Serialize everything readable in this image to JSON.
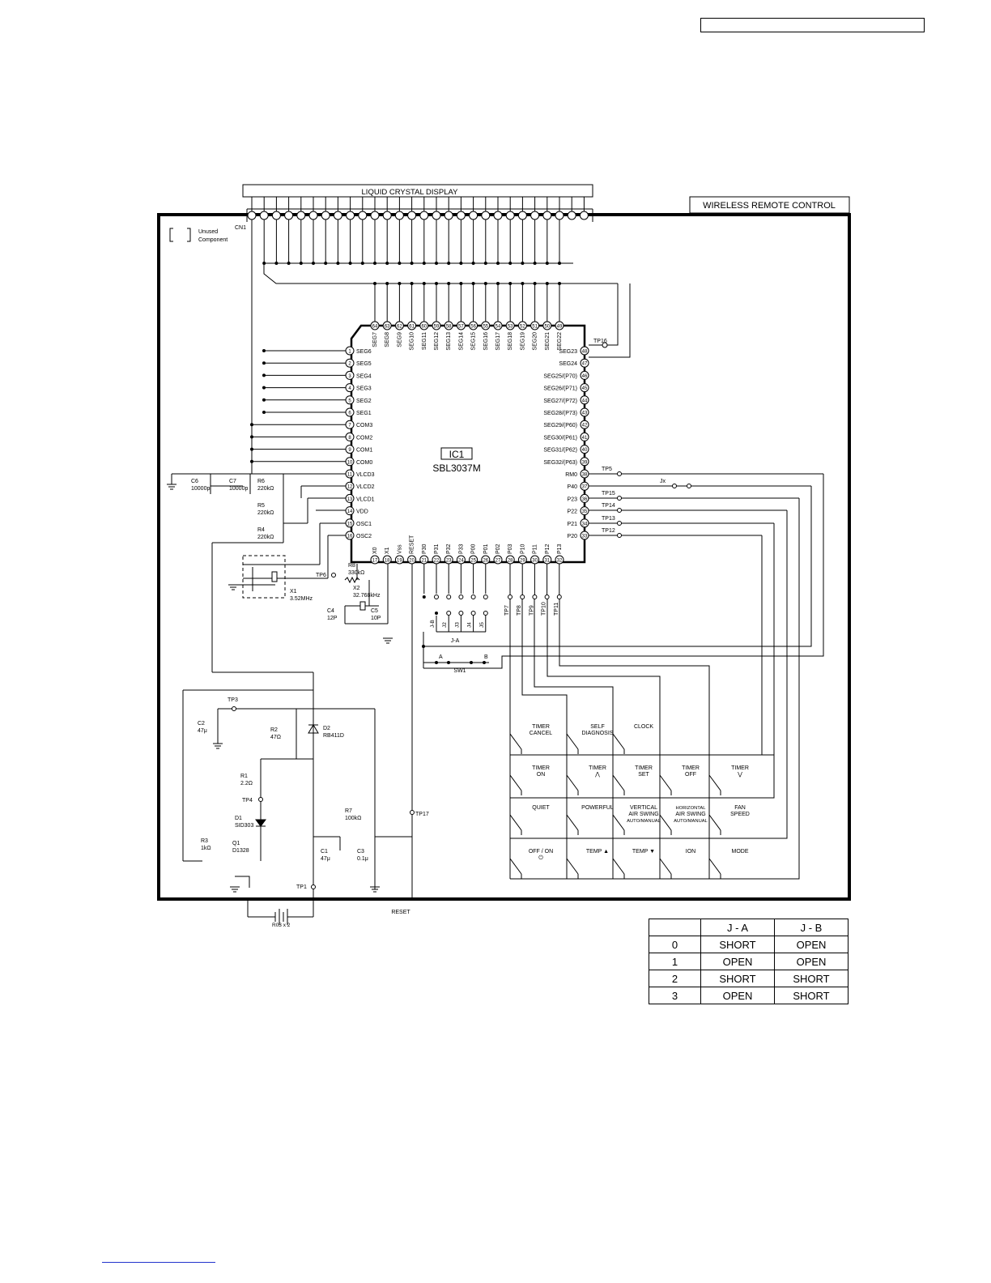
{
  "header": {
    "box_text": ""
  },
  "diagram": {
    "title": "WIRELESS REMOTE CONTROL",
    "lcd_label": "LIQUID CRYSTAL DISPLAY",
    "connector": "CN1",
    "unused_note": [
      "Unused",
      "Component"
    ],
    "ic": {
      "ref": "IC1",
      "part": "SBL3037M"
    },
    "pins_left": [
      {
        "n": "1",
        "name": "SEG6"
      },
      {
        "n": "2",
        "name": "SEG5"
      },
      {
        "n": "3",
        "name": "SEG4"
      },
      {
        "n": "4",
        "name": "SEG3"
      },
      {
        "n": "5",
        "name": "SEG2"
      },
      {
        "n": "6",
        "name": "SEG1"
      },
      {
        "n": "7",
        "name": "COM3"
      },
      {
        "n": "8",
        "name": "COM2"
      },
      {
        "n": "9",
        "name": "COM1"
      },
      {
        "n": "10",
        "name": "COM0"
      },
      {
        "n": "11",
        "name": "VLCD3"
      },
      {
        "n": "12",
        "name": "VLCD2"
      },
      {
        "n": "13",
        "name": "VLCD1"
      },
      {
        "n": "14",
        "name": "VDD"
      },
      {
        "n": "15",
        "name": "OSC1"
      },
      {
        "n": "16",
        "name": "OSC2"
      }
    ],
    "pins_top": [
      {
        "n": "64",
        "name": "SEG7"
      },
      {
        "n": "63",
        "name": "SEG8"
      },
      {
        "n": "62",
        "name": "SEG9"
      },
      {
        "n": "61",
        "name": "SEG10"
      },
      {
        "n": "60",
        "name": "SEG11"
      },
      {
        "n": "59",
        "name": "SEG12"
      },
      {
        "n": "58",
        "name": "SEG13"
      },
      {
        "n": "57",
        "name": "SEG14"
      },
      {
        "n": "56",
        "name": "SEG15"
      },
      {
        "n": "55",
        "name": "SEG16"
      },
      {
        "n": "54",
        "name": "SEG17"
      },
      {
        "n": "53",
        "name": "SEG18"
      },
      {
        "n": "52",
        "name": "SEG19"
      },
      {
        "n": "51",
        "name": "SEG20"
      },
      {
        "n": "50",
        "name": "SEG21"
      },
      {
        "n": "49",
        "name": "SEG22"
      }
    ],
    "pins_right": [
      {
        "n": "48",
        "name": "SEG23"
      },
      {
        "n": "47",
        "name": "SEG24"
      },
      {
        "n": "46",
        "name": "SEG25/(P70)"
      },
      {
        "n": "45",
        "name": "SEG26/(P71)"
      },
      {
        "n": "44",
        "name": "SEG27/(P72)"
      },
      {
        "n": "43",
        "name": "SEG28/(P73)"
      },
      {
        "n": "42",
        "name": "SEG29/(P60)"
      },
      {
        "n": "41",
        "name": "SEG30/(P61)"
      },
      {
        "n": "40",
        "name": "SEG31/(P62)"
      },
      {
        "n": "39",
        "name": "SEG32/(P63)"
      },
      {
        "n": "38",
        "name": "RM0"
      },
      {
        "n": "37",
        "name": "P40"
      },
      {
        "n": "36",
        "name": "P23"
      },
      {
        "n": "35",
        "name": "P22"
      },
      {
        "n": "34",
        "name": "P21"
      },
      {
        "n": "33",
        "name": "P20"
      }
    ],
    "pins_bottom": [
      {
        "n": "17",
        "name": "X0"
      },
      {
        "n": "18",
        "name": "X1"
      },
      {
        "n": "19",
        "name": "Vss"
      },
      {
        "n": "20",
        "name": "RESET"
      },
      {
        "n": "21",
        "name": "P30"
      },
      {
        "n": "22",
        "name": "P31"
      },
      {
        "n": "23",
        "name": "P32"
      },
      {
        "n": "24",
        "name": "P33"
      },
      {
        "n": "25",
        "name": "P00"
      },
      {
        "n": "26",
        "name": "P01"
      },
      {
        "n": "27",
        "name": "P02"
      },
      {
        "n": "28",
        "name": "P03"
      },
      {
        "n": "29",
        "name": "P10"
      },
      {
        "n": "30",
        "name": "P11"
      },
      {
        "n": "31",
        "name": "P12"
      },
      {
        "n": "32",
        "name": "P13"
      }
    ],
    "right_tps": [
      "TP5",
      "Jx",
      "TP15",
      "TP14",
      "TP13",
      "TP12"
    ],
    "tp16": "TP16",
    "bottom_tps": [
      "TP7",
      "TP8",
      "TP9",
      "TP10",
      "TP11"
    ],
    "jumpers": [
      "J-B",
      "J2",
      "J3",
      "J4",
      "J5"
    ],
    "ja": "J-A",
    "sw1": "SW1",
    "sw_a": "A",
    "sw_b": "B",
    "parts": {
      "c6": [
        "C6",
        "10000p"
      ],
      "c7": [
        "C7",
        "10000p"
      ],
      "r6": [
        "R6",
        "220kΩ"
      ],
      "r5": [
        "R5",
        "220kΩ"
      ],
      "r4": [
        "R4",
        "220kΩ"
      ],
      "tp6": "TP6",
      "x1": [
        "X1",
        "3.52MHz"
      ],
      "r8": [
        "R8",
        "330kΩ"
      ],
      "x2": [
        "X2",
        "32.768kHz"
      ],
      "c4": [
        "C4",
        "12P"
      ],
      "c5": [
        "C5",
        "10P"
      ],
      "tp3": "TP3",
      "c2": [
        "C2",
        "47μ"
      ],
      "r2": [
        "R2",
        "47Ω"
      ],
      "d2": [
        "D2",
        "RB411D"
      ],
      "r1": [
        "R1",
        "2.2Ω"
      ],
      "tp4": "TP4",
      "d1": [
        "D1",
        "SID303"
      ],
      "q1": [
        "Q1",
        "D1328"
      ],
      "r3": [
        "R3",
        "1kΩ"
      ],
      "c1": [
        "C1",
        "47μ"
      ],
      "r7": [
        "R7",
        "100kΩ"
      ],
      "c3": [
        "C3",
        "0.1μ"
      ],
      "tp17": "TP17",
      "tp1": "TP1",
      "battery": "R03 x 2",
      "reset": "RESET"
    },
    "keys": [
      {
        "lines": [
          "TIMER",
          "CANCEL"
        ]
      },
      {
        "lines": [
          "SELF",
          "DIAGNOSIS"
        ]
      },
      {
        "lines": [
          "CLOCK"
        ]
      },
      {
        "lines": [
          "TIMER",
          "ON"
        ]
      },
      {
        "lines": [
          "TIMER",
          "⋀"
        ]
      },
      {
        "lines": [
          "TIMER",
          "SET"
        ]
      },
      {
        "lines": [
          "TIMER",
          "OFF"
        ]
      },
      {
        "lines": [
          "TIMER",
          "⋁"
        ]
      },
      {
        "lines": [
          "QUIET"
        ]
      },
      {
        "lines": [
          "POWERFUL"
        ]
      },
      {
        "lines": [
          "VERTICAL",
          "AIR SWING",
          "AUTO/MANUAL"
        ]
      },
      {
        "lines": [
          "HORIZONTAL",
          "AIR SWING",
          "AUTO/MANUAL"
        ]
      },
      {
        "lines": [
          "FAN",
          "SPEED"
        ]
      },
      {
        "lines": [
          "OFF / ON",
          "⏻"
        ]
      },
      {
        "lines": [
          "TEMP ▲"
        ]
      },
      {
        "lines": [
          "TEMP ▼"
        ]
      },
      {
        "lines": [
          "ION"
        ]
      },
      {
        "lines": [
          "MODE"
        ]
      }
    ]
  },
  "jumper_table": {
    "headers": [
      "",
      "J - A",
      "J - B"
    ],
    "rows": [
      [
        "0",
        "SHORT",
        "OPEN"
      ],
      [
        "1",
        "OPEN",
        "OPEN"
      ],
      [
        "2",
        "SHORT",
        "SHORT"
      ],
      [
        "3",
        "OPEN",
        "SHORT"
      ]
    ]
  }
}
